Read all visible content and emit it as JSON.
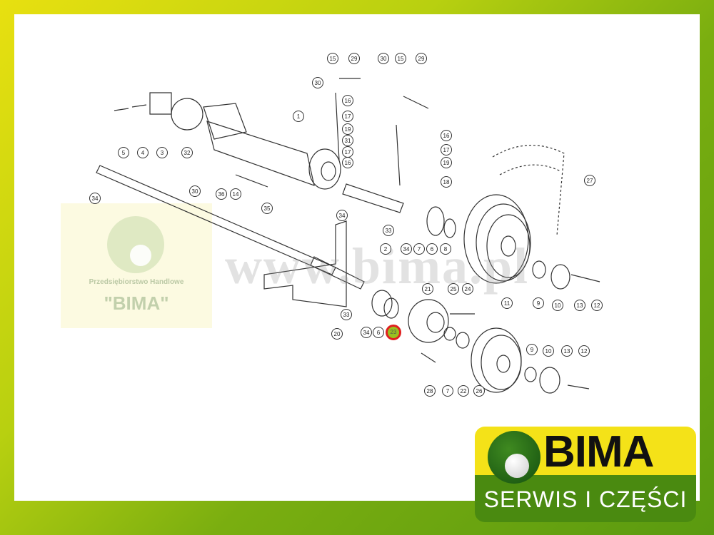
{
  "watermark": {
    "url": "www.bima.pl",
    "company_line": "Przedsiębiorstwo Handlowe",
    "company_name": "\"BIMA\""
  },
  "logo": {
    "name": "BIMA",
    "tagline": "SERWIS I CZĘŚCI"
  },
  "highlighted_part": "23",
  "callouts": [
    "15",
    "29",
    "30",
    "15",
    "29",
    "30",
    "16",
    "17",
    "19",
    "31",
    "17",
    "16",
    "16",
    "17",
    "19",
    "18",
    "1",
    "5",
    "4",
    "3",
    "32",
    "30",
    "36",
    "14",
    "35",
    "34",
    "34",
    "33",
    "2",
    "34",
    "7",
    "6",
    "8",
    "27",
    "11",
    "9",
    "10",
    "13",
    "12",
    "33",
    "20",
    "34",
    "6",
    "23",
    "21",
    "25",
    "24",
    "28",
    "7",
    "22",
    "26",
    "9",
    "10",
    "13",
    "12"
  ],
  "colors": {
    "highlight_fill": "#9ac020",
    "highlight_ring": "#e02020",
    "logo_yellow": "#f4e218",
    "logo_green": "#4a8a10"
  }
}
